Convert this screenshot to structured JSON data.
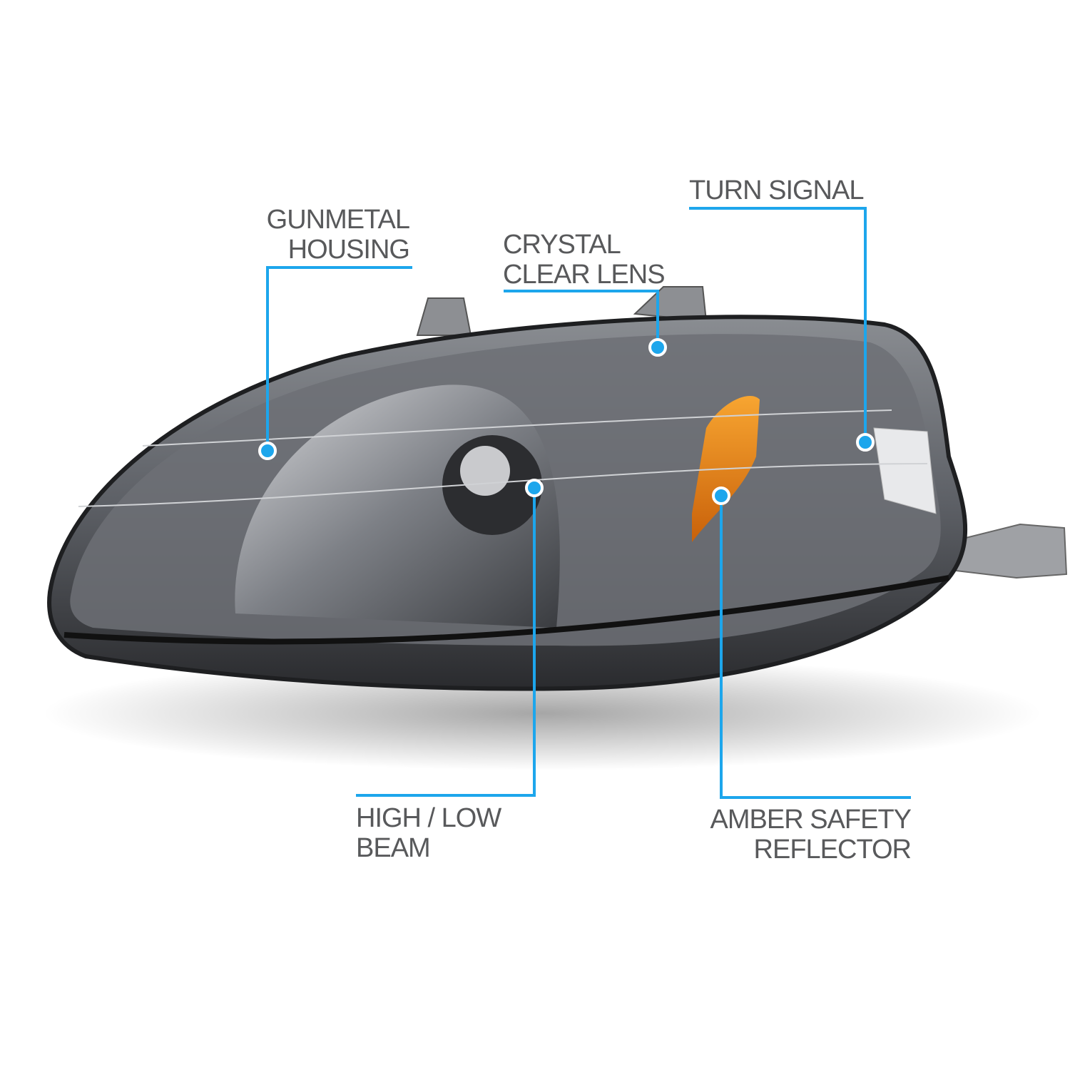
{
  "accent_color": "#1da6ec",
  "callouts": [
    {
      "id": "gunmetal-housing",
      "lines": [
        "GUNMETAL",
        "HOUSING"
      ]
    },
    {
      "id": "crystal-clear-lens",
      "lines": [
        "CRYSTAL",
        "CLEAR LENS"
      ]
    },
    {
      "id": "turn-signal",
      "lines": [
        "TURN SIGNAL"
      ]
    },
    {
      "id": "high-low-beam",
      "lines": [
        "HIGH / LOW",
        "BEAM"
      ]
    },
    {
      "id": "amber-safety-reflector",
      "lines": [
        "AMBER SAFETY",
        "REFLECTOR"
      ]
    }
  ]
}
